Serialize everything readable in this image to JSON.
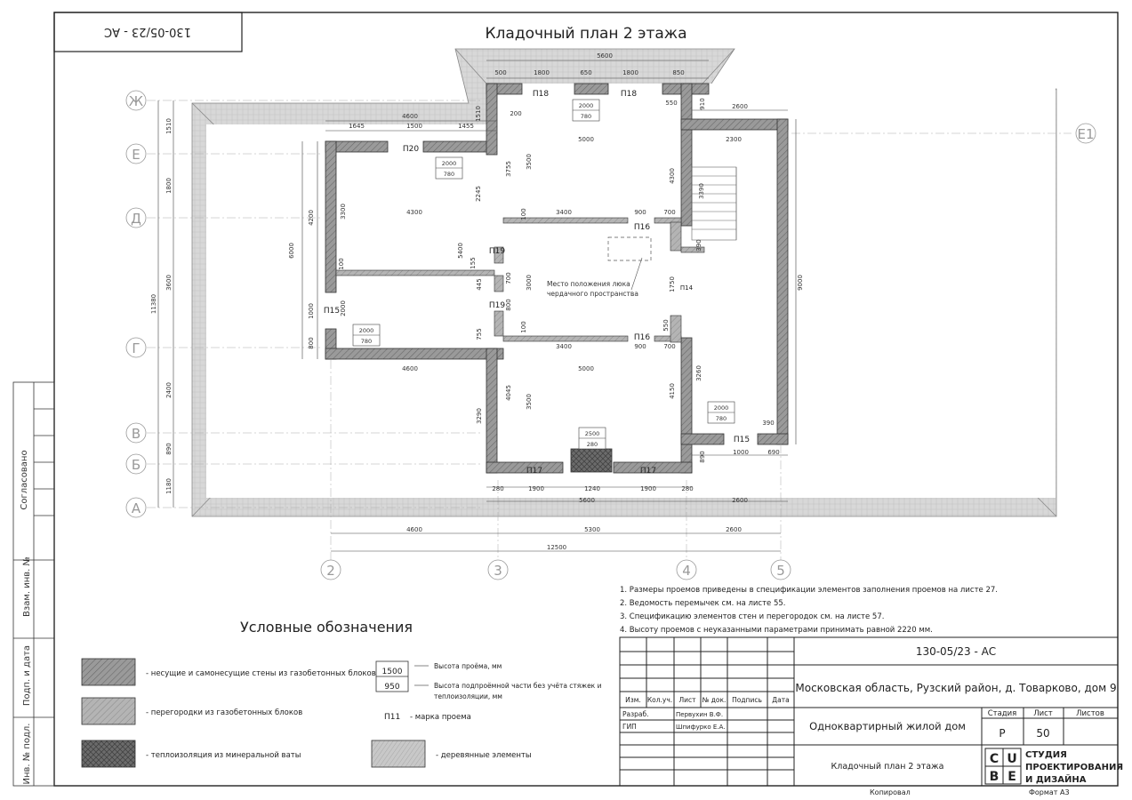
{
  "drawing_title": "Кладочный план 2 этажа",
  "corner_code": "130-05/23 - АС",
  "side_stamp": {
    "agreed": "Согласовано",
    "inv_no_replace": "Взам. инв. №",
    "sign_date": "Подп. и дата",
    "inv_no_orig": "Инв. № подл."
  },
  "axes": {
    "rows": [
      "Ж",
      "Е",
      "Д",
      "Г",
      "В",
      "Б",
      "А"
    ],
    "cols": [
      "2",
      "3",
      "4",
      "5"
    ],
    "extra": "Е1"
  },
  "dims": {
    "top_row": [
      "500",
      "1800",
      "650",
      "1800",
      "850"
    ],
    "top_total": "5600",
    "left_top_total": "4600",
    "left_top_row": [
      "1645",
      "1500",
      "1455"
    ],
    "left_chain": [
      "1510",
      "1800",
      "3600",
      "2400",
      "890",
      "1180"
    ],
    "left_total": "11380",
    "left_room": [
      "6000",
      "4200",
      "3300",
      "1000",
      "2000",
      "800"
    ],
    "bottom_row": [
      "280",
      "1900",
      "1240",
      "1900",
      "280"
    ],
    "bottom_total": "5600",
    "bottom_right": "2600",
    "overall": [
      "4600",
      "5300",
      "2600"
    ],
    "overall_total": "12500",
    "right_top": "2600",
    "right_room": "2300",
    "right_total": "9000",
    "inner": {
      "d5000a": "5000",
      "d5000b": "5000",
      "d4300": "4300",
      "d4600": "4600",
      "d3400a": "3400",
      "d3400b": "3400",
      "d900a": "900",
      "d900b": "900",
      "d700a": "700",
      "d700b": "700",
      "d3500a": "3500",
      "d3500b": "3500",
      "d3755": "3755",
      "d2245": "2245",
      "d5400": "5400",
      "d4045": "4045",
      "d3290": "3290",
      "d4300v": "4300",
      "d4150": "4150",
      "d3260": "3260",
      "d3390": "3390",
      "d1750": "1750",
      "d3000": "3000",
      "d1000": "1000",
      "d690": "690",
      "d390a": "390",
      "d390b": "390",
      "d550a": "550",
      "d550b": "550",
      "d200": "200",
      "d1510": "1510",
      "d910": "910",
      "d890": "890",
      "d155": "155",
      "d445": "445",
      "d755": "755",
      "d100a": "100",
      "d100b": "100",
      "d100c": "100",
      "d700v": "700",
      "d800": "800"
    }
  },
  "openings": {
    "p18a": "П18",
    "p18b": "П18",
    "p20": "П20",
    "p19a": "П19",
    "p19b": "П19",
    "p16a": "П16",
    "p16b": "П16",
    "p15a": "П15",
    "p15b": "П15",
    "p14": "П14",
    "p17a": "П17",
    "p17b": "П17",
    "tag_top": [
      "2000",
      "780"
    ],
    "tag_p20": [
      "2000",
      "780"
    ],
    "tag_p15": [
      "2000",
      "780"
    ],
    "tag_right": [
      "2000",
      "780"
    ],
    "tag_bottom": [
      "2500",
      "280"
    ]
  },
  "hatch_note": [
    "Место положения люка",
    "чердачного пространства"
  ],
  "notes": [
    "1.  Размеры проемов приведены в спецификации элементов заполнения проемов на листе 27.",
    "2.  Ведомость перемычек см. на листе 55.",
    "3.  Спецификацию элементов стен и перегородок см. на листе 57.",
    "4.  Высоту проемов с неуказанными параметрами принимать равной 2220 мм."
  ],
  "legend": {
    "title": "Условные обозначения",
    "items": [
      "- несущие и самонесущие стены из газобетонных блоков",
      "- перегородки из газобетонных блоков",
      "- теплоизоляция из минеральной ваты",
      "- деревянные элементы"
    ],
    "sample_top": "1500",
    "sample_bottom": "950",
    "height_label": "Высота проёма, мм",
    "sill_label": [
      "Высота подпроёмной части без учёта стяжек и",
      "теплоизоляции, мм"
    ],
    "mark_sample": "П11",
    "mark_label": "- марка проема"
  },
  "title_block": {
    "code": "130-05/23 - АС",
    "address": "Московская область, Рузский район, д. Товарково, дом 9",
    "object": "Одноквартирный жилой дом",
    "sheet_title": "Кладочный план 2 этажа",
    "headers": [
      "Изм.",
      "Кол.уч.",
      "Лист",
      "№ док.",
      "Подпись",
      "Дата"
    ],
    "roles": [
      "Разраб.",
      "ГИП"
    ],
    "names": [
      "Первухин В.Ф.",
      "Шпифурко Е.А."
    ],
    "stage_label": "Стадия",
    "sheet_label": "Лист",
    "sheets_label": "Листов",
    "stage": "Р",
    "sheet": "50",
    "studio": [
      "СТУДИЯ",
      "ПРОЕКТИРОВАНИЯ",
      "И ДИЗАЙНА"
    ],
    "logo": [
      "C",
      "U",
      "B",
      "E"
    ],
    "copied": "Копировал",
    "format": "Формат А3"
  }
}
